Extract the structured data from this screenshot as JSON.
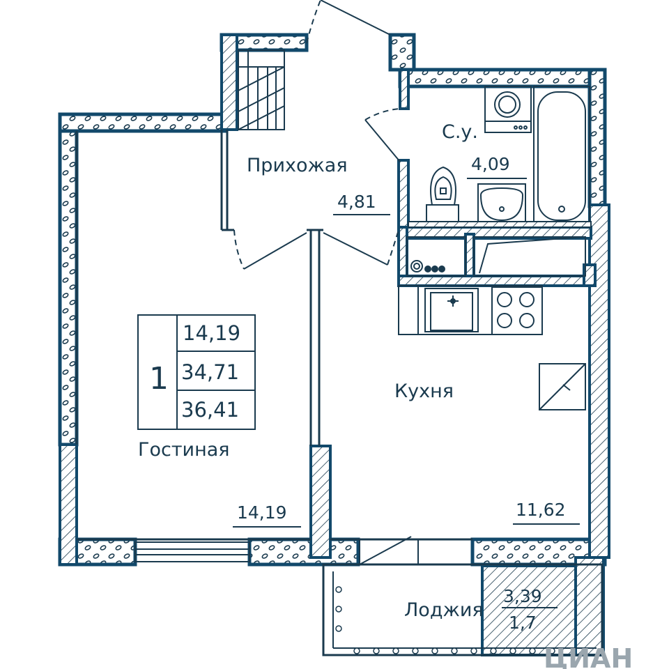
{
  "rooms": {
    "hall": {
      "label": "Прихожая",
      "area": "4,81"
    },
    "bath": {
      "label": "С.у.",
      "area": "4,09"
    },
    "kitchen": {
      "label": "Кухня",
      "area": "11,62"
    },
    "living": {
      "label": "Гостиная",
      "area": "14,19"
    },
    "loggia": {
      "label": "Лоджия",
      "area_top": "3,39",
      "area_bottom": "1,7"
    }
  },
  "summary": {
    "room_count": "1",
    "living_area": "14,19",
    "total_area": "34,71",
    "total_with_loggia": "36,41"
  },
  "watermark": {
    "text": "ЦИАН"
  },
  "colors": {
    "line": "#1a3a4e",
    "accent": "#12496b",
    "wall_fill": "#ffffff"
  }
}
